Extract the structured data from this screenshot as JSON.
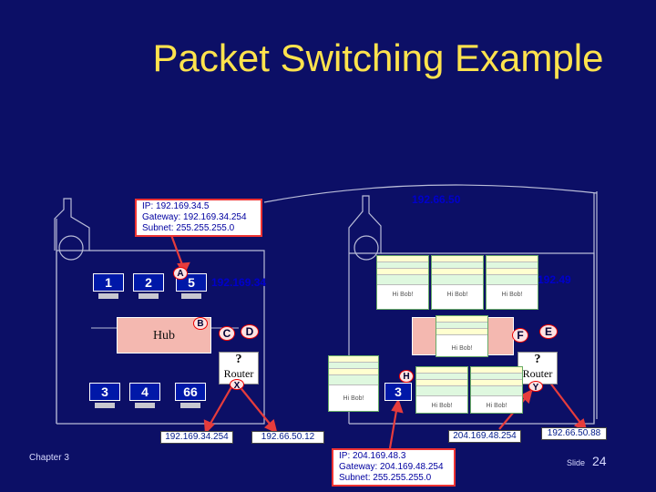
{
  "title": "Packet Switching Example",
  "footer": {
    "chapter": "Chapter 3",
    "slide_label": "Slide",
    "slide_number": "24"
  },
  "network_left": "192.169.34",
  "network_top": "192.66.50",
  "network_right": "192.49",
  "hub_label": "Hub",
  "router_left": {
    "q": "?",
    "label": "Router"
  },
  "router_right": {
    "q": "?",
    "label": "Router"
  },
  "computers": {
    "c1": "1",
    "c2": "2",
    "c5": "5",
    "c3": "3",
    "c4": "4",
    "c66": "66",
    "c3b": "3"
  },
  "letters": {
    "A": "A",
    "B": "B",
    "C": "C",
    "D": "D",
    "E": "E",
    "F": "F",
    "H": "H",
    "X": "X",
    "Y": "Y"
  },
  "ip_box_top": {
    "ip": "IP: 192.169.34.5",
    "gateway": "Gateway: 192.169.34.254",
    "subnet": "Subnet: 255.255.255.0"
  },
  "ip_box_bottom": {
    "ip": "IP: 204.169.48.3",
    "gateway": "Gateway: 204.169.48.254",
    "subnet": "Subnet: 255.255.255.0"
  },
  "addresses": {
    "a1": "192.169.34.254",
    "a2": "192.66.50.12",
    "a3": "204.169.48.254",
    "a4": "192.66.50.88"
  },
  "packet_message": "Hi Bob!"
}
